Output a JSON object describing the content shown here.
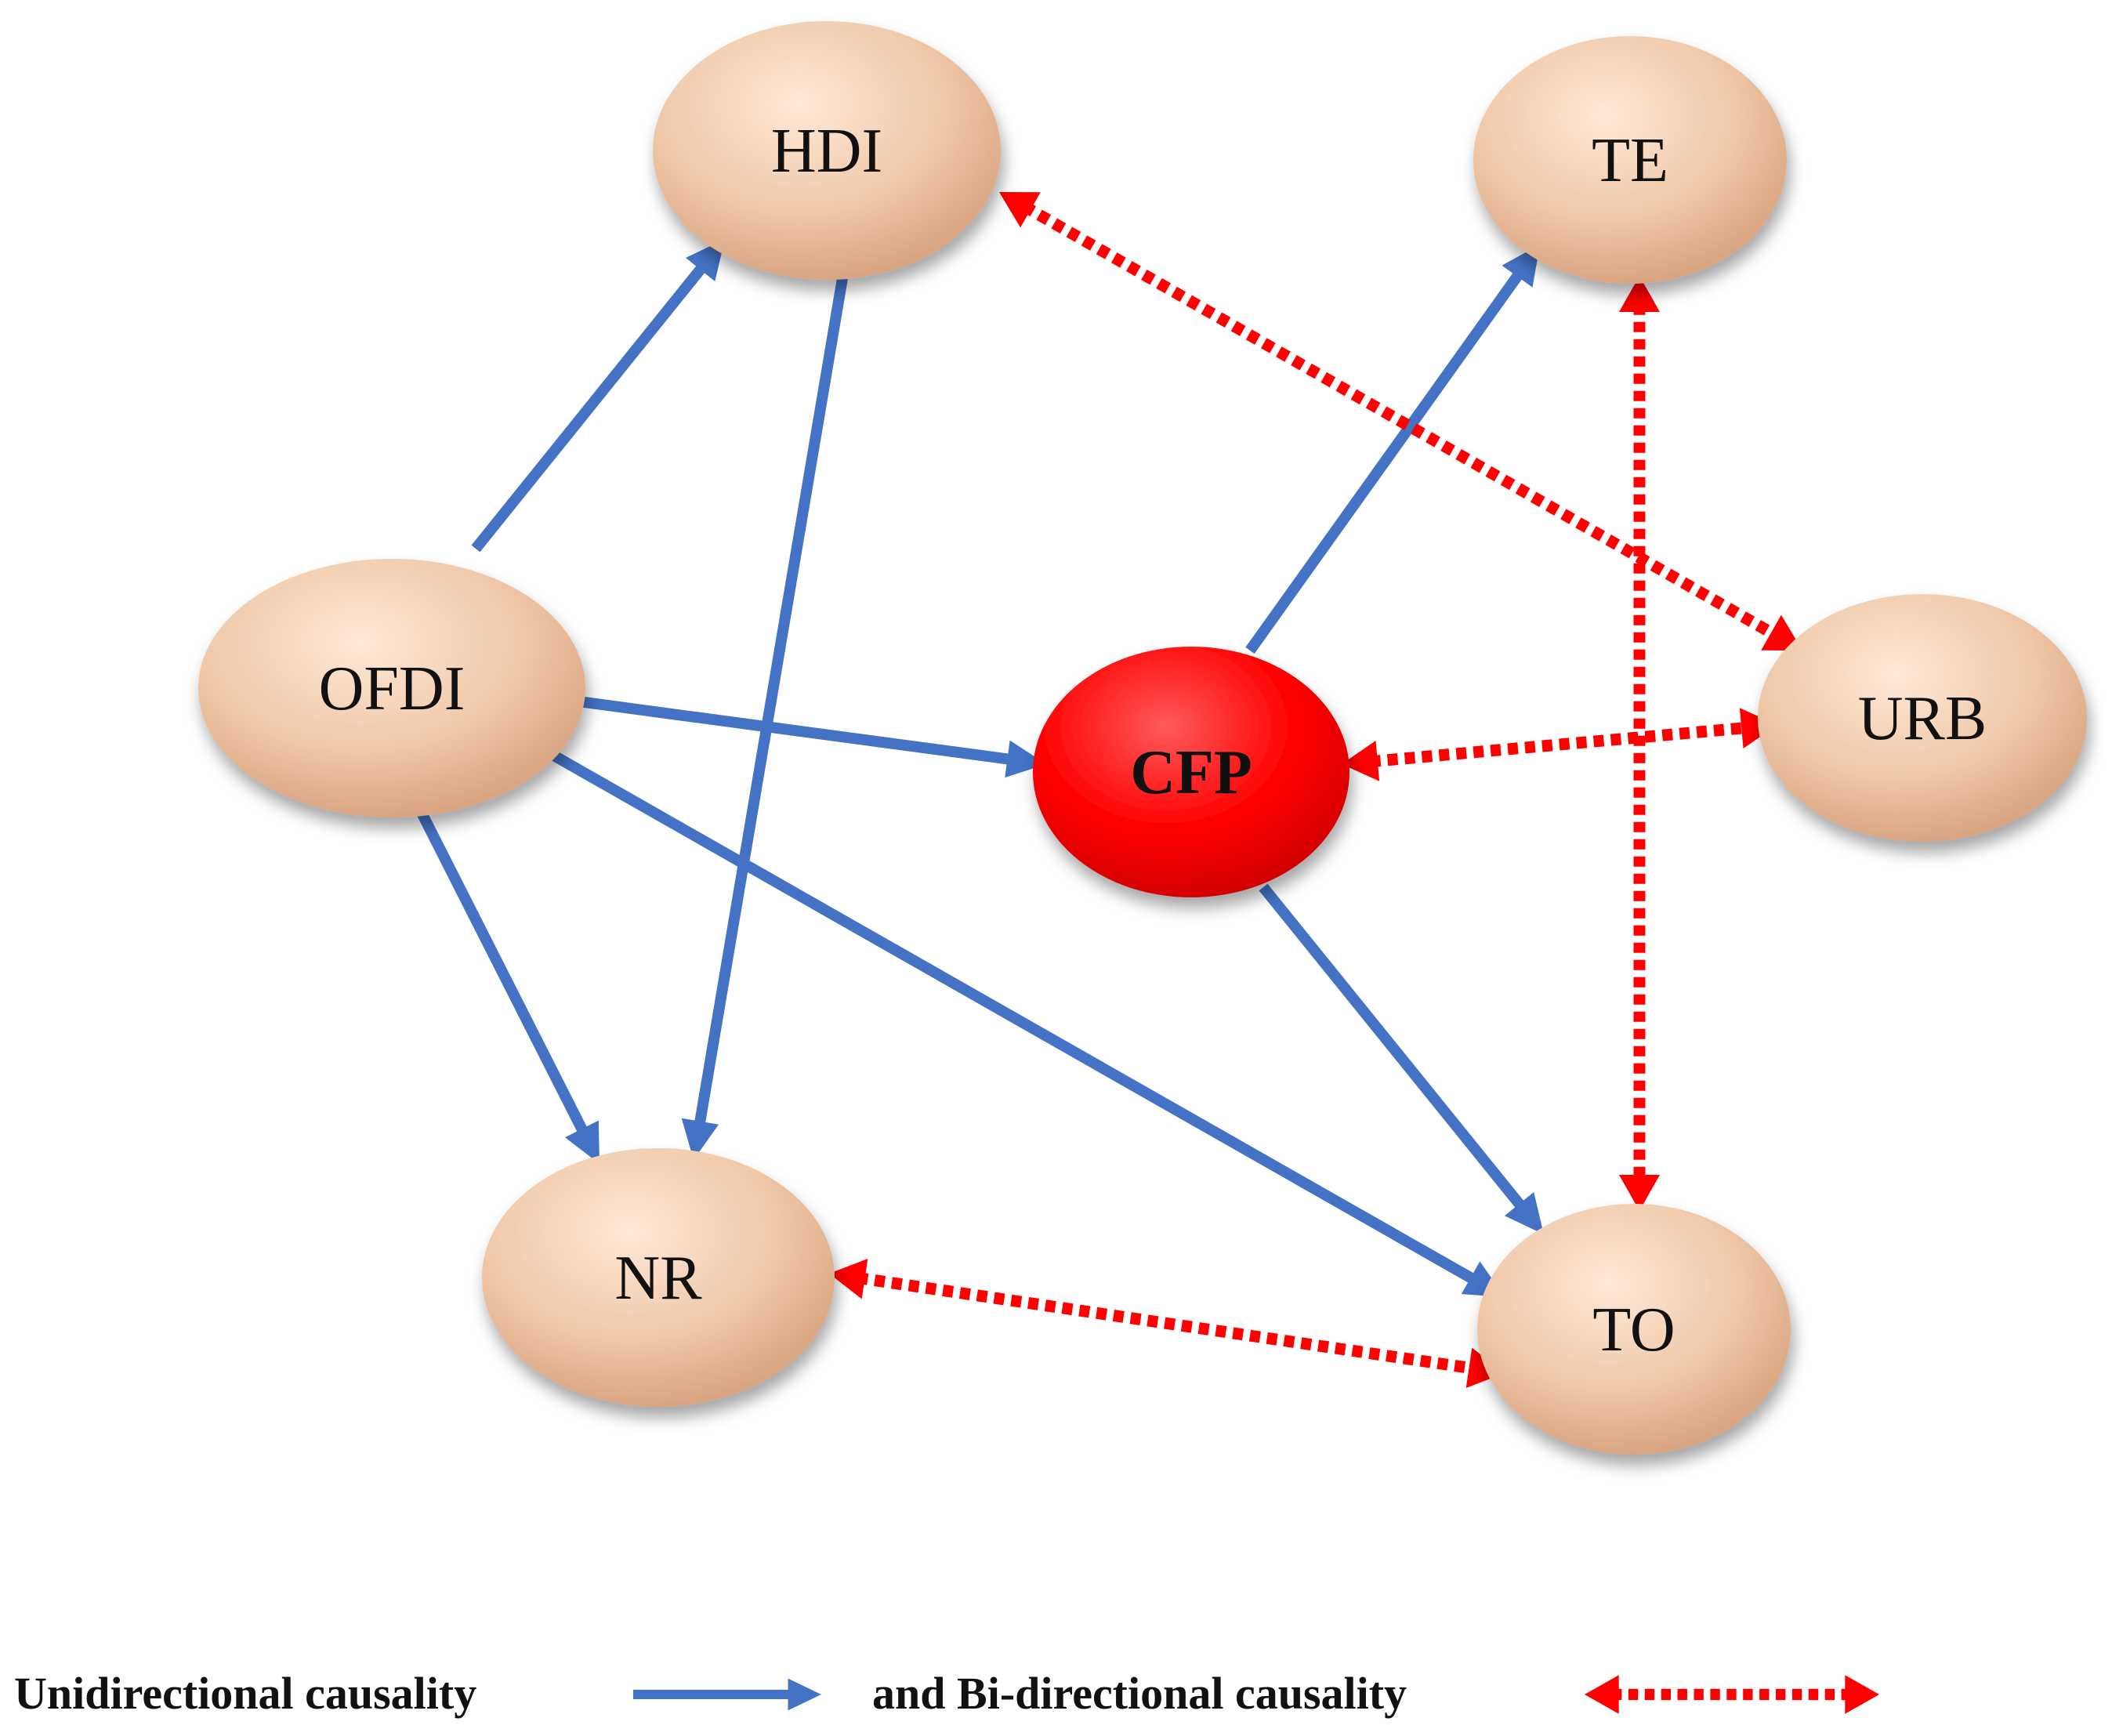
{
  "colors": {
    "node_fill": "#f0c8a8",
    "node_highlight": "#ffe9d8",
    "node_shadow": "#d49c78",
    "center_fill": "#ff0000",
    "center_highlight": "#ff5a5a",
    "center_shadow": "#c80000",
    "unidirectional_arrow": "#4472c4",
    "bidirectional_arrow": "#ff0000"
  },
  "nodes": [
    {
      "id": "HDI",
      "label": "HDI",
      "center": false
    },
    {
      "id": "TE",
      "label": "TE",
      "center": false
    },
    {
      "id": "OFDI",
      "label": "OFDI",
      "center": false
    },
    {
      "id": "CFP",
      "label": "CFP",
      "center": true
    },
    {
      "id": "URB",
      "label": "URB",
      "center": false
    },
    {
      "id": "NR",
      "label": "NR",
      "center": false
    },
    {
      "id": "TO",
      "label": "TO",
      "center": false
    }
  ],
  "edges": [
    {
      "from": "OFDI",
      "to": "HDI",
      "type": "unidirectional"
    },
    {
      "from": "HDI",
      "to": "NR",
      "type": "unidirectional"
    },
    {
      "from": "OFDI",
      "to": "CFP",
      "type": "unidirectional"
    },
    {
      "from": "OFDI",
      "to": "NR",
      "type": "unidirectional"
    },
    {
      "from": "OFDI",
      "to": "TO",
      "type": "unidirectional"
    },
    {
      "from": "CFP",
      "to": "TE",
      "type": "unidirectional"
    },
    {
      "from": "CFP",
      "to": "TO",
      "type": "unidirectional"
    },
    {
      "from": "HDI",
      "to": "URB",
      "type": "bidirectional"
    },
    {
      "from": "TE",
      "to": "TO",
      "type": "bidirectional"
    },
    {
      "from": "CFP",
      "to": "URB",
      "type": "bidirectional"
    },
    {
      "from": "NR",
      "to": "TO",
      "type": "bidirectional"
    }
  ],
  "legend": {
    "unidirectional_label": "Unidirectional causality",
    "bidirectional_label": "and Bi-directional causality"
  }
}
